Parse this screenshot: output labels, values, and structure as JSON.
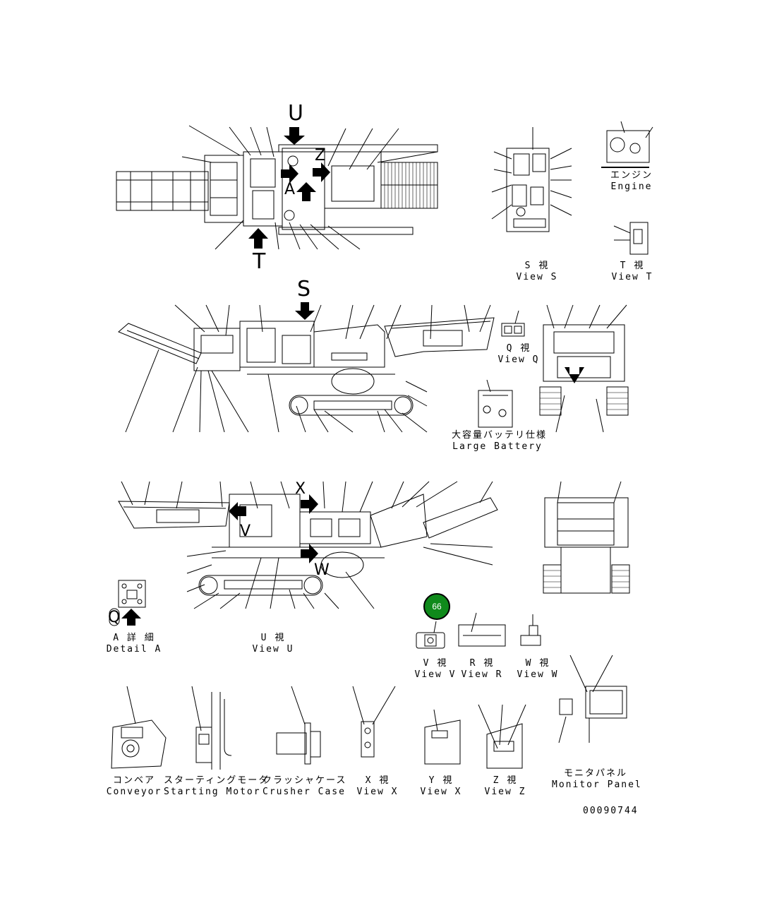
{
  "drawing_number": "00090744",
  "callout": {
    "number": "66",
    "color": "#0f8a1b"
  },
  "arrow_letters": {
    "u": "U",
    "t": "T",
    "s": "S",
    "a": "A",
    "z": "Z",
    "x": "X",
    "v": "V",
    "w": "W",
    "q": "Q"
  },
  "views": {
    "engine": {
      "jp": "エンジン",
      "en": "Engine"
    },
    "view_s": {
      "jp": "S 視",
      "en": "View S"
    },
    "view_t": {
      "jp": "T 視",
      "en": "View T"
    },
    "view_q": {
      "jp": "Q 視",
      "en": "View Q"
    },
    "large_battery": {
      "jp": "大容量バッテリ仕様",
      "en": "Large Battery"
    },
    "detail_a": {
      "jp": "A 詳 細",
      "en": "Detail A"
    },
    "view_u": {
      "jp": "U 視",
      "en": "View U"
    },
    "view_v": {
      "jp": "V 視",
      "en": "View V"
    },
    "view_r": {
      "jp": "R 視",
      "en": "View R"
    },
    "view_w": {
      "jp": "W 視",
      "en": "View W"
    },
    "conveyor": {
      "jp": "コンベア",
      "en": "Conveyor"
    },
    "starting_motor": {
      "jp": "スターティングモータ",
      "en": "Starting Motor"
    },
    "crusher_case": {
      "jp": "クラッシャケース",
      "en": "Crusher Case"
    },
    "view_x": {
      "jp": "X 視",
      "en": "View X"
    },
    "view_y": {
      "jp": "Y 視",
      "en": "View X"
    },
    "view_z": {
      "jp": "Z 視",
      "en": "View Z"
    },
    "monitor_panel": {
      "jp": "モニタパネル",
      "en": "Monitor Panel"
    }
  }
}
